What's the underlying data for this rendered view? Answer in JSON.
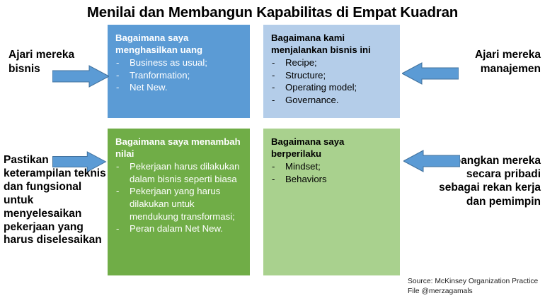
{
  "title": "Menilai dan Membangun Kapabilitas di Empat Kuadran",
  "colors": {
    "blue_dark": "#5B9BD5",
    "blue_light": "#B4CDE9",
    "green_dark": "#70AD47",
    "green_light": "#A9D18E",
    "arrow": "#5B9BD5",
    "arrow_border": "#41719C",
    "text_dark": "#000000",
    "text_light": "#FFFFFF"
  },
  "quadrants": {
    "top_left": {
      "heading": "Bagaimana saya menghasilkan uang",
      "bullet_marker": "-",
      "items": [
        "Business as usual;",
        "Tranformation;",
        "Net New."
      ]
    },
    "top_right": {
      "heading": "Bagaimana kami menjalankan bisnis ini",
      "bullet_marker": "-",
      "items": [
        "Recipe;",
        "Structure;",
        "Operating model;",
        "Governance."
      ]
    },
    "bottom_left": {
      "heading": "Bagaimana saya menambah nilai",
      "bullet_marker": "-",
      "items": [
        "Pekerjaan harus dilakukan dalam bisnis seperti biasa",
        "Pekerjaan yang harus dilakukan untuk mendukung transformasi;",
        "Peran dalam Net New."
      ]
    },
    "bottom_right": {
      "heading": "Bagaimana saya berperilaku",
      "bullet_marker": "-",
      "items": [
        "Mindset;",
        "Behaviors"
      ]
    }
  },
  "callouts": {
    "top_left": {
      "text": "Ajari mereka bisnis",
      "arrow": "arrow-right"
    },
    "top_right": {
      "text": "Ajari mereka manajemen",
      "arrow": "arrow-left"
    },
    "bottom_left": {
      "text": "Pastikan keterampilan teknis dan fungsional untuk menyelesaikan pekerjaan yang harus diselesaikan",
      "arrow": "arrow-right"
    },
    "bottom_right": {
      "text": "Kembangkan mereka secara pribadi sebagai rekan kerja dan pemimpin",
      "arrow": "arrow-left"
    }
  },
  "source": {
    "line1": "Source: McKinsey Organization Practice",
    "line2": "File @merzagamals"
  }
}
